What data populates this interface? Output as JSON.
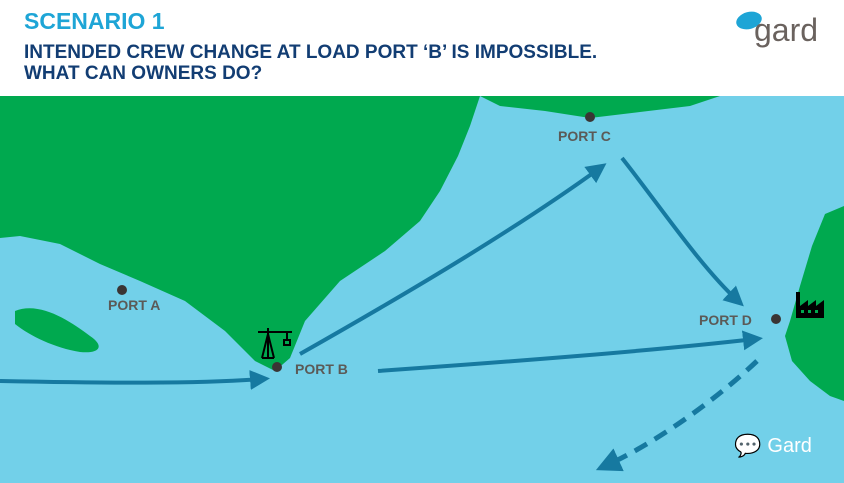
{
  "header": {
    "scenario": "SCENARIO 1",
    "subtitle_line1": "INTENDED CREW CHANGE AT LOAD PORT ‘B’ IS IMPOSSIBLE.",
    "subtitle_line2": "WHAT CAN OWNERS DO?"
  },
  "logo": {
    "text": "gard"
  },
  "ports": {
    "a": "PORT A",
    "b": "PORT B",
    "c": "PORT C",
    "d": "PORT D"
  },
  "watermark": {
    "text": "Gard"
  },
  "colors": {
    "sea": "#72d0e9",
    "land": "#00a94f",
    "arrow": "#1679a0",
    "title": "#1ea5d6"
  }
}
